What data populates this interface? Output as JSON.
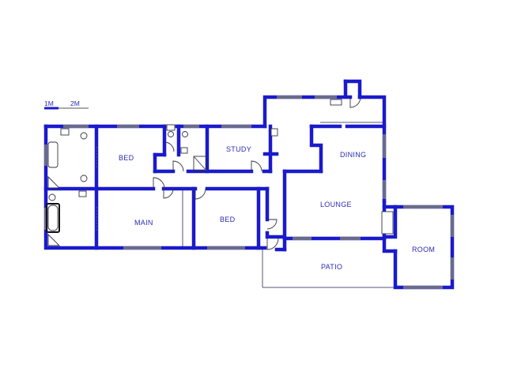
{
  "scale": {
    "mark_1": "1M",
    "mark_2": "2M"
  },
  "rooms": {
    "bed_1": "BED",
    "study": "STUDY",
    "dining": "DINING",
    "lounge": "LOUNGE",
    "main": "MAIN",
    "bed_2": "BED",
    "room": "ROOM",
    "patio": "PATIO"
  },
  "colors": {
    "wall": "#1a1acc",
    "label": "#2a2ab8"
  }
}
